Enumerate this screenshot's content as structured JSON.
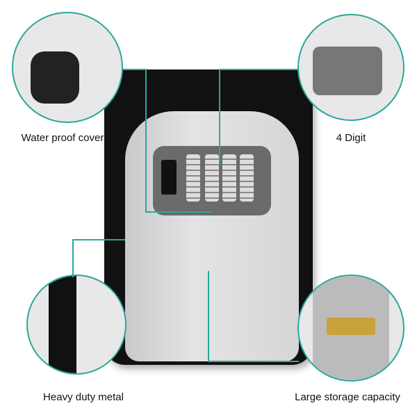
{
  "labels": {
    "cover": "Water proof cover",
    "digit": "4 Digit",
    "metal": "Heavy duty metal",
    "storage": "Large storage capacity"
  },
  "colors": {
    "accent": "#2aa89a"
  }
}
